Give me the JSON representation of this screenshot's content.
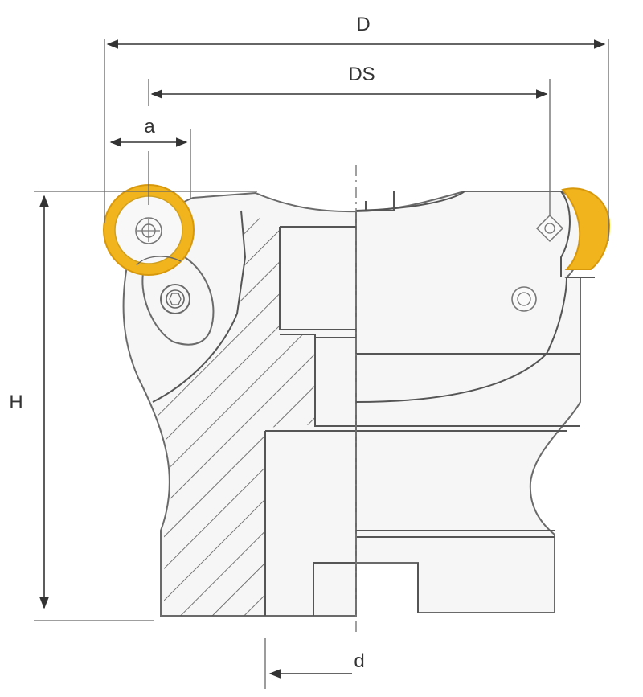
{
  "labels": {
    "D": "D",
    "DS": "DS",
    "a": "a",
    "H": "H",
    "d": "d"
  },
  "colors": {
    "insert": "#f2b41c",
    "insert_edge": "#d8980c",
    "body": "#f6f6f6",
    "outline": "#6a6a6a",
    "text": "#333333"
  },
  "icons": [
    "screw-icon",
    "pin-icon"
  ]
}
